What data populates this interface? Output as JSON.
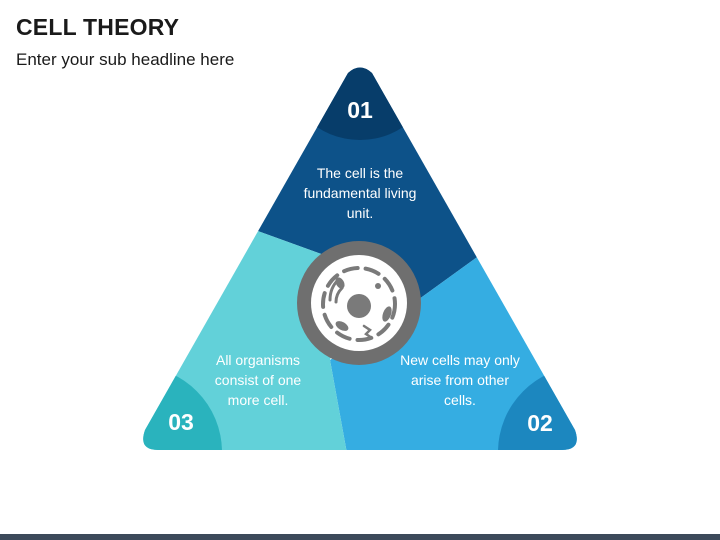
{
  "header": {
    "title": "CELL THEORY",
    "subtitle": "Enter your sub headline here"
  },
  "segments": [
    {
      "number": "01",
      "text": "The cell is the fundamental living unit.",
      "color": "#0d5289",
      "corner_color": "#073d6a"
    },
    {
      "number": "02",
      "text": "New cells may only arise from other cells.",
      "color": "#35ade2",
      "corner_color": "#1c87bf"
    },
    {
      "number": "03",
      "text": "All organisms consist of one more cell.",
      "color": "#62d1d9",
      "corner_color": "#2ab3bd"
    }
  ],
  "center": {
    "icon": "cell-icon",
    "ring_color": "#6f6f6f",
    "icon_color": "#7a7a7a"
  }
}
